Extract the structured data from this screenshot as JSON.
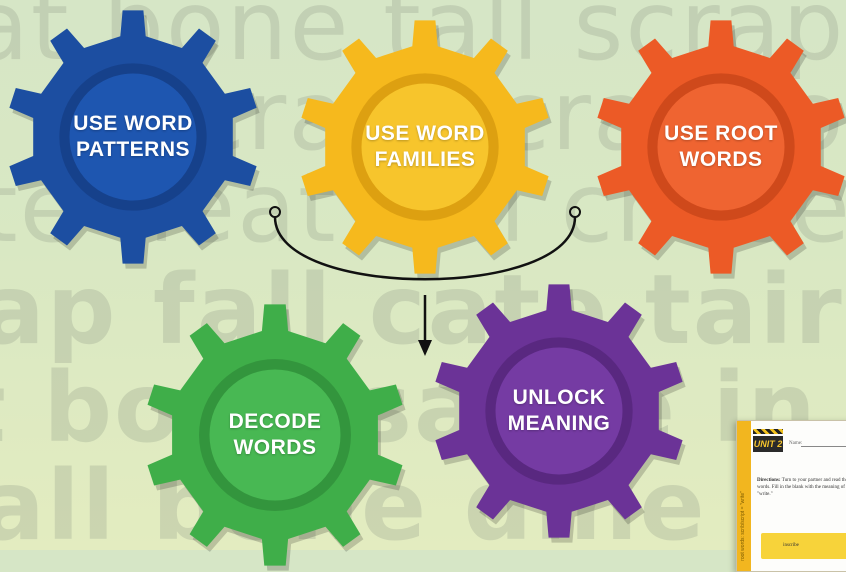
{
  "background_words": [
    {
      "text": "at bone tall scrap report",
      "bold": false
    },
    {
      "text": "scrap scrap foot",
      "bold": false
    },
    {
      "text": "te neat tall chase scrap",
      "bold": false
    },
    {
      "text": "ap fall cate tair bow scra",
      "bold": true
    },
    {
      "text": "t bone sauce in bound",
      "bold": true
    },
    {
      "text": "all bone dine at chap",
      "bold": true
    }
  ],
  "gears": [
    {
      "id": "use-word-patterns",
      "lines": [
        "USE WORD",
        "PATTERNS"
      ],
      "color": "#1c4ea1",
      "inner": "#1e56b0",
      "dark": "#12367a"
    },
    {
      "id": "use-word-families",
      "lines": [
        "USE WORD",
        "FAMILIES"
      ],
      "color": "#f6b91d",
      "inner": "#f7c52c",
      "dark": "#c98c08"
    },
    {
      "id": "use-root-words",
      "lines": [
        "USE ROOT",
        "WORDS"
      ],
      "color": "#ec5a26",
      "inner": "#ef6431",
      "dark": "#b83d12"
    },
    {
      "id": "decode-words",
      "lines": [
        "DECODE",
        "WORDS"
      ],
      "color": "#3fae49",
      "inner": "#48b853",
      "dark": "#2a8233"
    },
    {
      "id": "unlock-meaning",
      "lines": [
        "UNLOCK",
        "MEANING"
      ],
      "color": "#6b3397",
      "inner": "#753ba3",
      "dark": "#4a1f6e"
    }
  ],
  "worksheet": {
    "unit_label": "UNIT 2",
    "name_label": "Name:",
    "directions_bold": "Directions:",
    "directions_text": "Turn to your partner and read the words. Fill in the blank with the meaning of \"write.\"",
    "box_word": "inscribe",
    "side_text": "root words: scrib/script = \"write\""
  }
}
